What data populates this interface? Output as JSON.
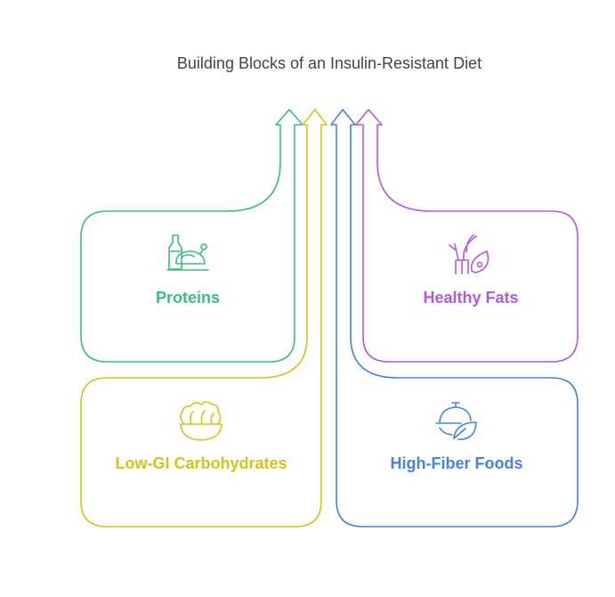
{
  "title": "Building Blocks of an Insulin-Resistant Diet",
  "blocks": [
    {
      "label": "Proteins",
      "color": "#3dbd7d",
      "icon": "chicken-and-bottle-icon"
    },
    {
      "label": "Low-GI Carbohydrates",
      "color": "#d6c21b",
      "icon": "salad-bowl-icon"
    },
    {
      "label": "Healthy Fats",
      "color": "#b259e3",
      "icon": "plant-and-avocado-icon"
    },
    {
      "label": "High-Fiber Foods",
      "color": "#4a82d6",
      "icon": "cloche-with-leaf-icon"
    }
  ]
}
